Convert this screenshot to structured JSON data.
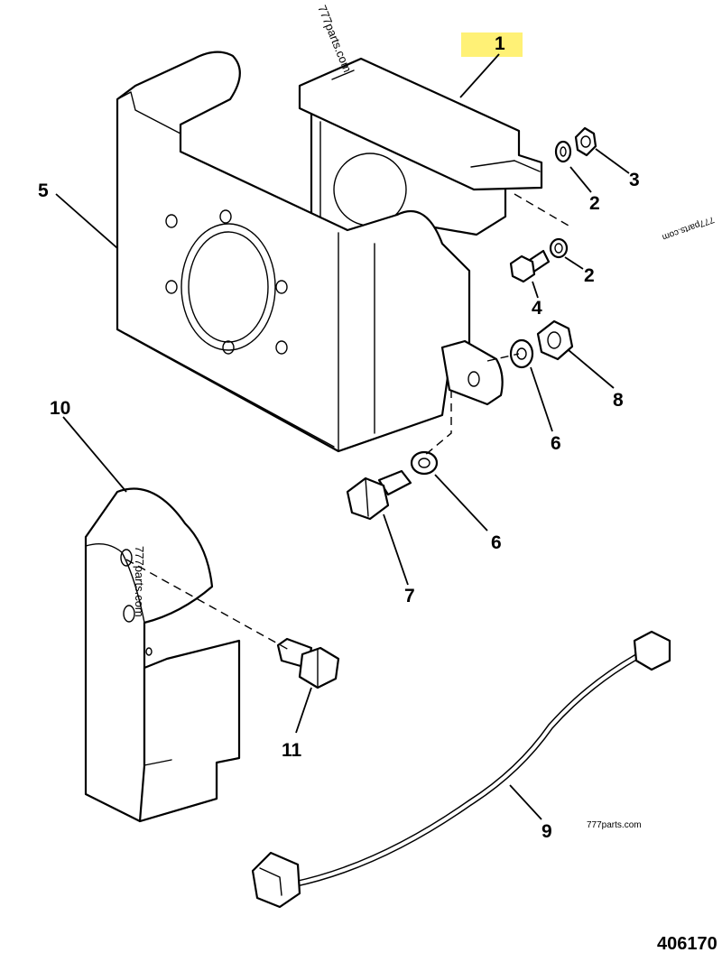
{
  "callouts": {
    "c1": "1",
    "c2a": "2",
    "c2b": "2",
    "c3": "3",
    "c4": "4",
    "c5": "5",
    "c6a": "6",
    "c6b": "6",
    "c7": "7",
    "c8": "8",
    "c9": "9",
    "c10": "10",
    "c11": "11"
  },
  "highlight_color": "#fff176",
  "watermarks": {
    "top": "777parts.com",
    "left": "777parts.com",
    "right": "777parts.com",
    "bottom": "777parts.com"
  },
  "document_number": "406170"
}
